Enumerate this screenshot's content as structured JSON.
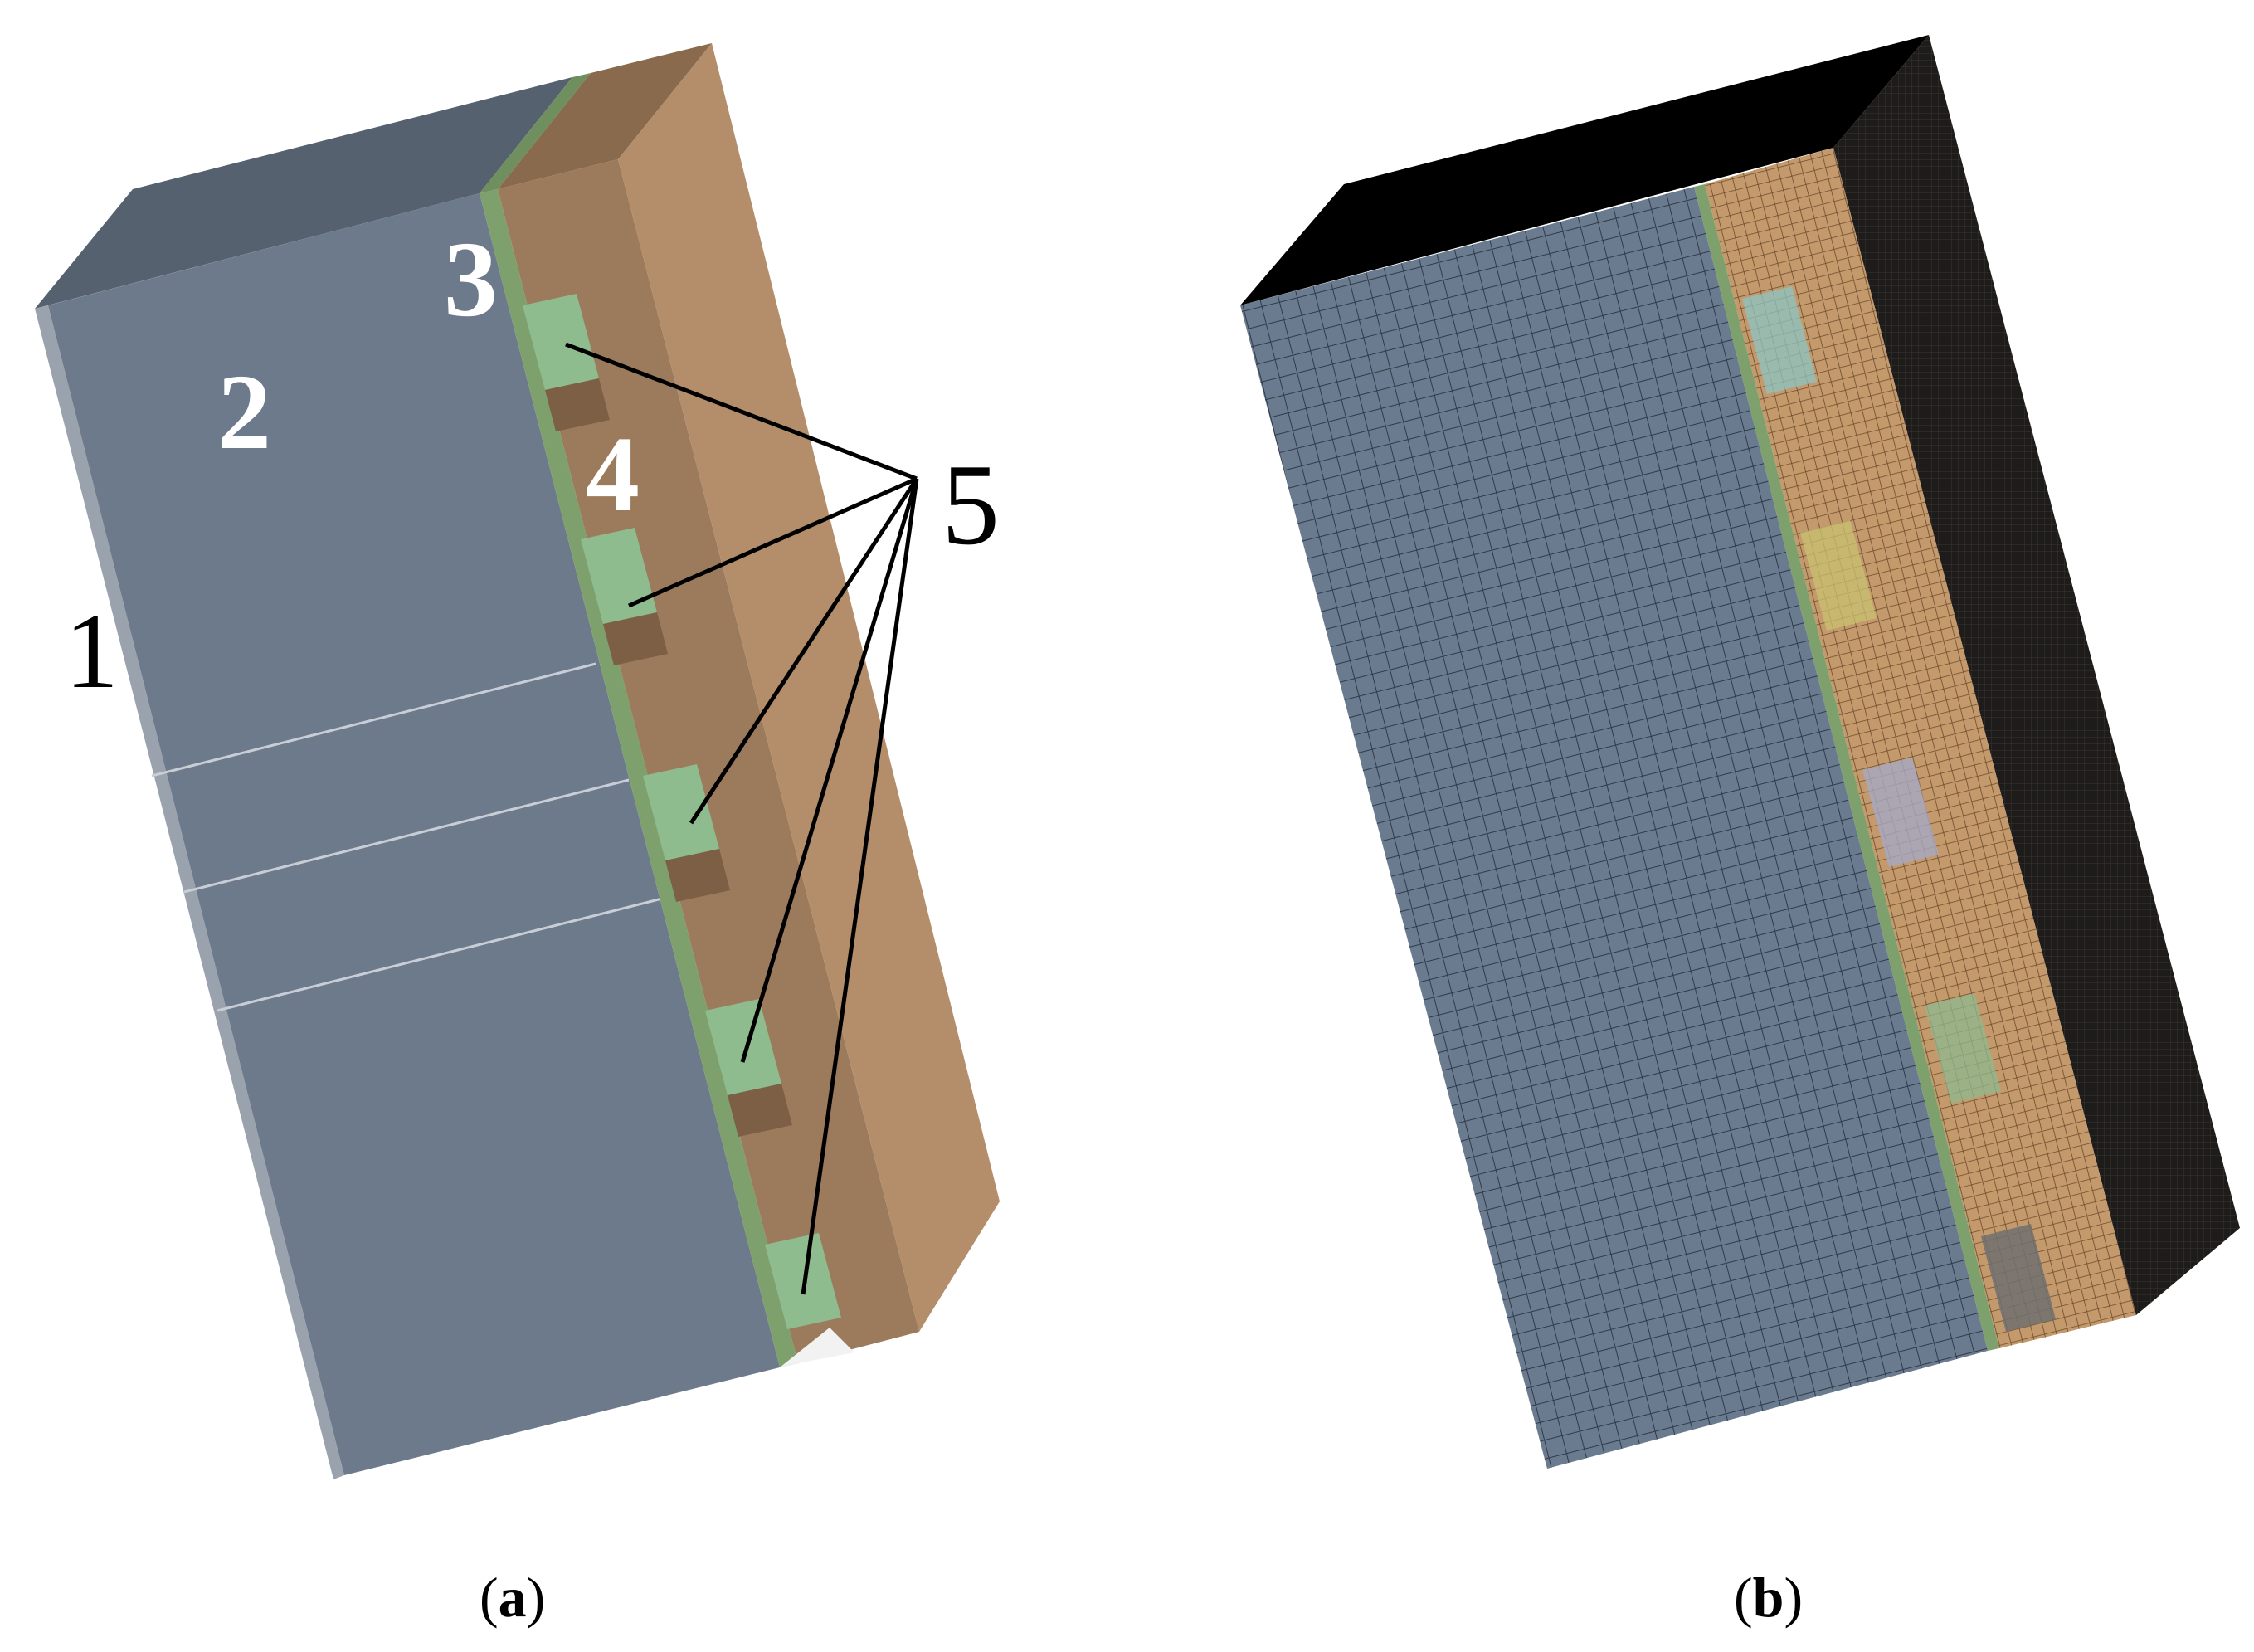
{
  "panel_a": {
    "caption_open": "(",
    "caption_letter": "a",
    "caption_close": ")",
    "labels": {
      "one": "1",
      "two": "2",
      "three": "3",
      "four": "4",
      "five": "5"
    }
  },
  "panel_b": {
    "caption_open": "(",
    "caption_letter": "b",
    "caption_close": ")"
  },
  "colors": {
    "slab_front": "#6c7a8c",
    "slab_top": "#56616f",
    "layer_1": "#9aa3ad",
    "layer_3": "#7ea06c",
    "wall_front": "#9c7a5c",
    "wall_side": "#b48e6a",
    "wall_top": "#8a6a4c",
    "block_green": "#8fbc8f",
    "mesh_top": "#000000",
    "mesh_side": "#1c1a18"
  }
}
